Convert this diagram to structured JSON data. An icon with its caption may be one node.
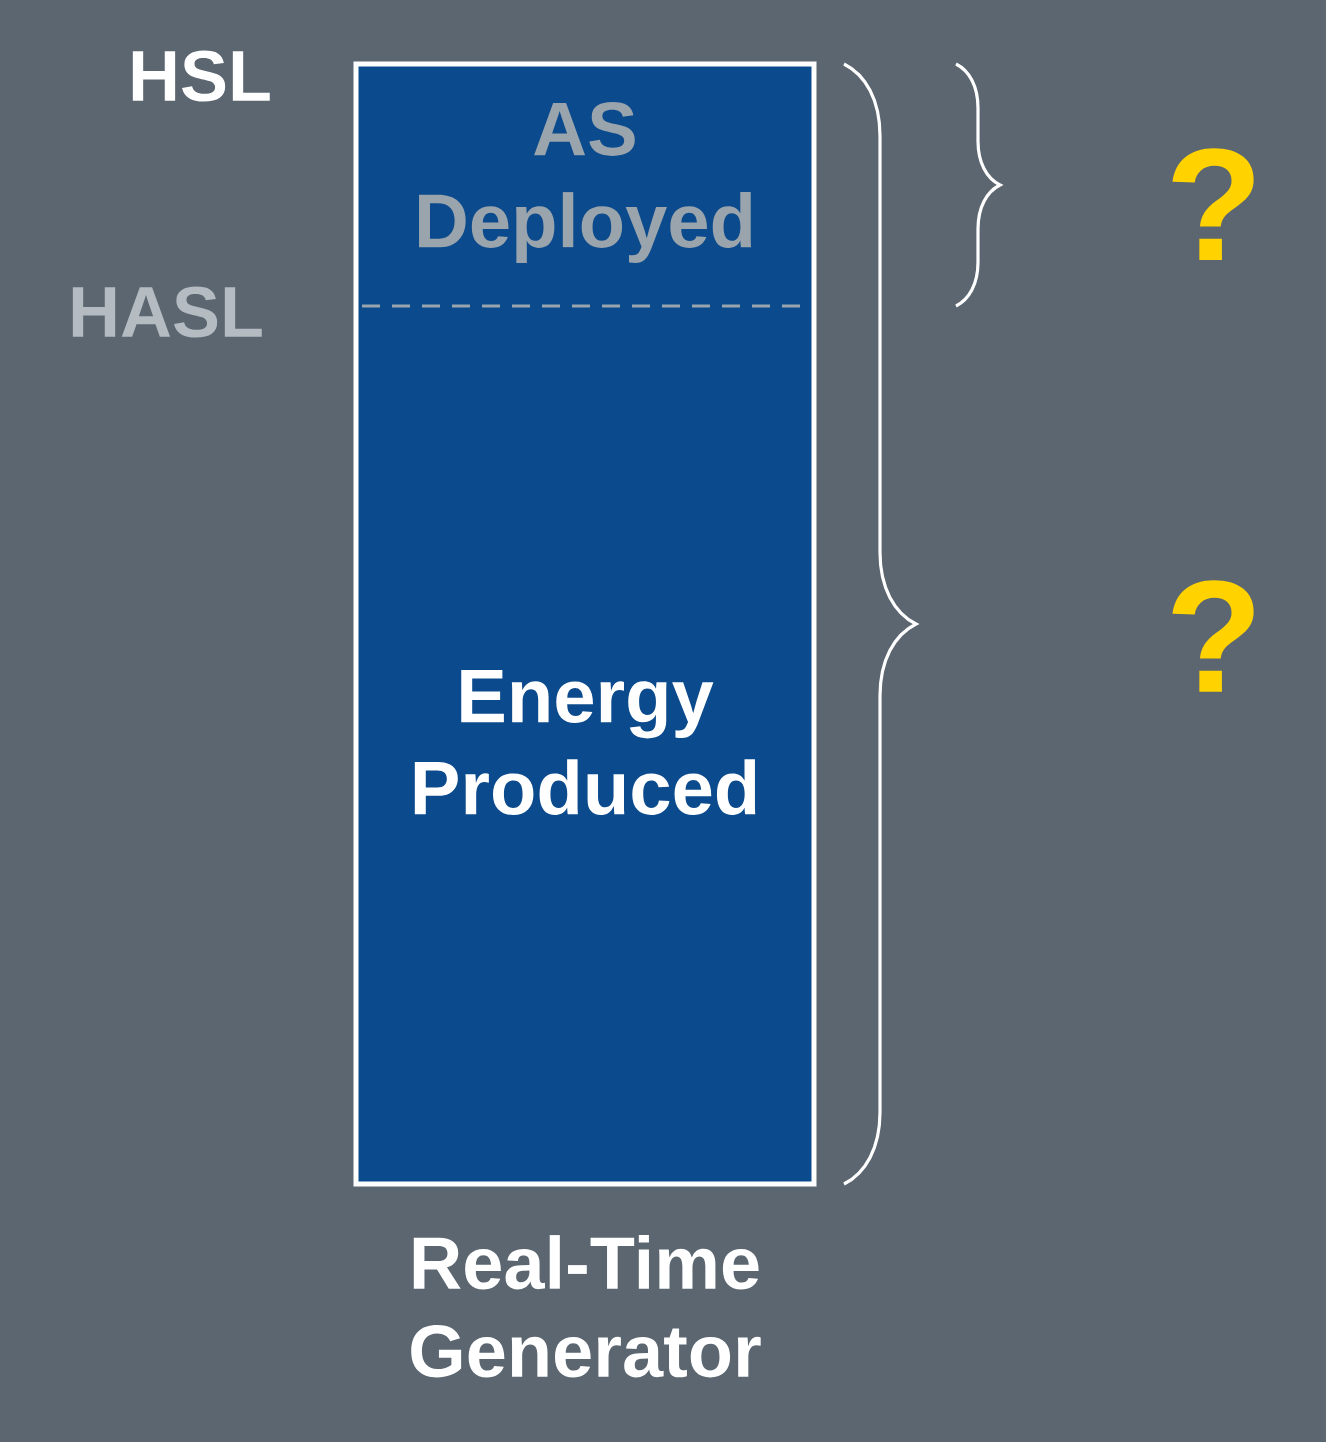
{
  "diagram": {
    "nodes": [
      {
        "text": [
          "Real-Time Generator"
        ]
      },
      {
        "text": [
          "AS Deployed"
        ],
        "in": 0
      },
      {
        "text": [
          "Energy Produced"
        ],
        "in": 0
      }
    ],
    "labels": [
      "HSL",
      "HASL",
      "?",
      "?"
    ]
  }
}
